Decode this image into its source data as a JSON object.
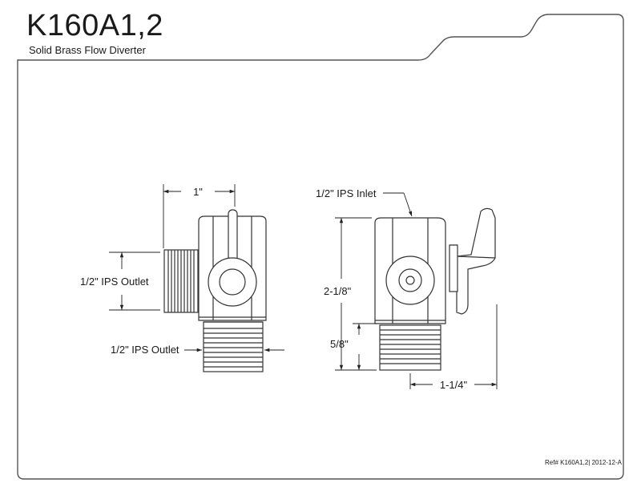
{
  "header": {
    "model": "K160A1,2",
    "description": "Solid Brass Flow Diverter"
  },
  "front_view": {
    "dim_width": "1\"",
    "label_side_outlet": "1/2\" IPS Outlet",
    "label_bottom_outlet": "1/2\" IPS Outlet"
  },
  "side_view": {
    "label_inlet": "1/2\" IPS Inlet",
    "dim_height": "2-1/8\"",
    "dim_thread": "5/8\"",
    "dim_depth": "1-1/4\""
  },
  "footer": {
    "ref": "Ref# K160A1,2",
    "revision": "2012-12-A"
  }
}
